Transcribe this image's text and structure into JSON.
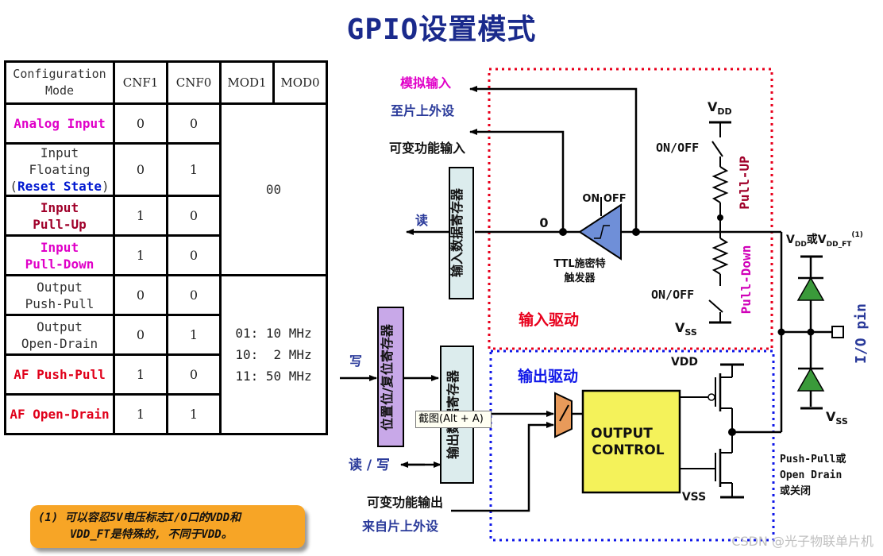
{
  "title": "GPIO设置模式",
  "table": {
    "headers": [
      "Configuration Mode",
      "CNF1",
      "CNF0",
      "MOD1",
      "MOD0"
    ],
    "header_mode_lines": [
      "Configuration",
      "Mode"
    ],
    "rows": [
      {
        "lines": [
          "Analog Input"
        ],
        "style": "magenta",
        "cnf1": "0",
        "cnf0": "0"
      },
      {
        "lines": [
          "Input Floating",
          "Reset State"
        ],
        "style": "mixed",
        "cnf1": "0",
        "cnf0": "1"
      },
      {
        "lines": [
          "Input",
          "Pull-Up"
        ],
        "style": "darkred",
        "cnf1": "1",
        "cnf0": "0"
      },
      {
        "lines": [
          "Input",
          "Pull-Down"
        ],
        "style": "magenta",
        "cnf1": "1",
        "cnf0": "0"
      },
      {
        "lines": [
          "Output",
          "Push-Pull"
        ],
        "style": "plain",
        "cnf1": "0",
        "cnf0": "0"
      },
      {
        "lines": [
          "Output",
          "Open-Drain"
        ],
        "style": "plain",
        "cnf1": "0",
        "cnf0": "1"
      },
      {
        "lines": [
          "AF Push-Pull"
        ],
        "style": "red",
        "cnf1": "1",
        "cnf0": "0"
      },
      {
        "lines": [
          "AF Open-Drain"
        ],
        "style": "red",
        "cnf1": "1",
        "cnf0": "1"
      }
    ],
    "mod_input": "00",
    "mod_output": [
      "01: 10 MHz",
      "10:  2 MHz",
      "11: 50 MHz"
    ]
  },
  "note": {
    "line1": "(1) 可以容忍5V电压标志I/O口的VDD和",
    "line2": "VDD_FT是特殊的, 不同于VDD。"
  },
  "diagram": {
    "analog_input": "模拟输入",
    "to_onchip_peripheral": "至片上外设",
    "alt_func_input": "可变功能输入",
    "read": "读",
    "input_data_register": "输入数据寄存器",
    "zero": "0",
    "on_off_trigger": "ON OFF",
    "ttl_schmitt_line1": "TTL施密特",
    "ttl_schmitt_line2": "触发器",
    "vdd_top": "V",
    "vdd_top_sub": "DD",
    "on_off_upper": "ON/OFF",
    "on_off_lower": "ON/OFF",
    "pull_up": "Pull-UP",
    "pull_down": "Pull-Down",
    "vss_input": "V",
    "vss_input_sub": "SS",
    "input_driver": "输入驱动",
    "vdd_or_vddft": "V",
    "vdd_or_vddft_sub1": "DD",
    "vdd_or_vddft_mid": "或V",
    "vdd_or_vddft_sub2": "DD_FT",
    "vdd_or_vddft_sup": "(1)",
    "io_pin": "I/O pin",
    "vss_pin": "V",
    "vss_pin_sub": "SS",
    "write": "写",
    "bit_set_reset_register": "位置位/复位寄存器",
    "output_data_register": "输出数据寄存器",
    "output_driver": "输出驱动",
    "vdd_out": "VDD",
    "vss_out": "VSS",
    "output_control_line1": "OUTPUT",
    "output_control_line2": "CONTROL",
    "read_write": "读 / 写",
    "alt_func_output": "可变功能输出",
    "from_onchip_peripheral": "来自片上外设",
    "pp_od_line1": "Push-Pull或",
    "pp_od_line2": "Open Drain",
    "pp_od_line3": "或关闭"
  },
  "tooltip": "截图(Alt + A)",
  "watermark": "CSDN @光子物联单片机",
  "colors": {
    "title": "#1a2a8c",
    "input_box": "#e8001c",
    "output_box": "#1018e8",
    "register_fill": "#dceced",
    "bsrr_fill": "#c8a8e8",
    "output_control_fill": "#f4f25a",
    "diode_fill": "#3a9a3a",
    "mux_fill": "#e89a5a",
    "magenta_label": "#e000c8",
    "note_fill": "#f7a526"
  }
}
